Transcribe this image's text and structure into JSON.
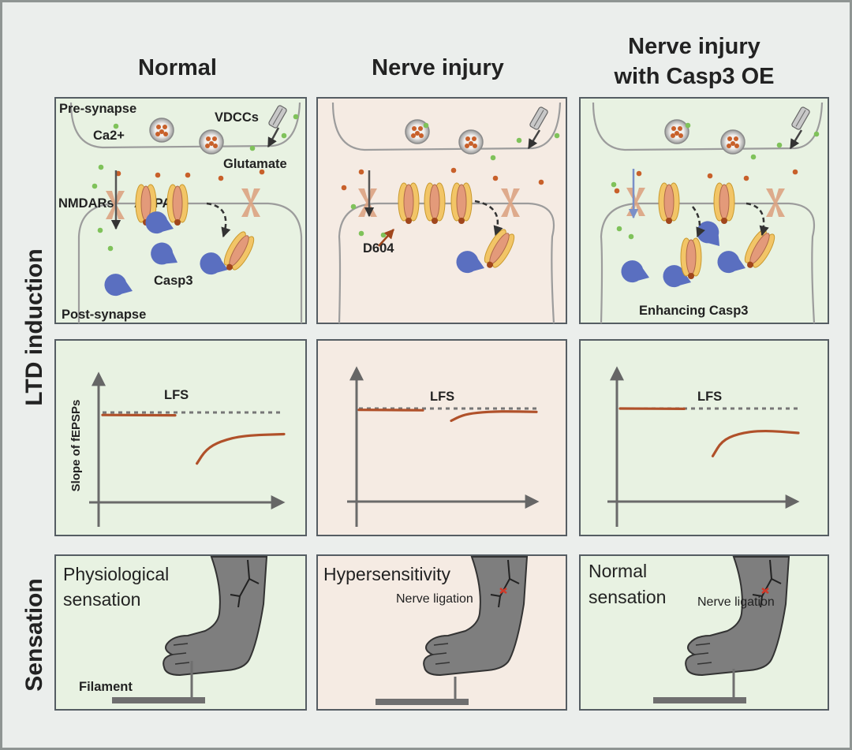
{
  "columns": [
    {
      "title_lines": [
        "Normal"
      ]
    },
    {
      "title_lines": [
        "Nerve injury"
      ]
    },
    {
      "title_lines": [
        "Nerve injury",
        "with Casp3 OE"
      ]
    }
  ],
  "row_labels": {
    "ltd": "LTD induction",
    "sensation": "Sensation"
  },
  "synapse": {
    "pre_synapse": "Pre-synapse",
    "calcium": "Ca2+",
    "vdccs": "VDCCs",
    "glutamate": "Glutamate",
    "nmdars": "NMDARs",
    "ampars": "AMPARs",
    "casp3": "Casp3",
    "post_synapse": "Post-synapse",
    "d604": "D604",
    "enhancing": "Enhancing Casp3"
  },
  "graphs": {
    "ylabel": "Slope of fEPSPs",
    "lfs": "LFS"
  },
  "sensation": {
    "normal_lines": [
      "Physiological",
      "sensation"
    ],
    "injury_lines": [
      "Hypersensitivity"
    ],
    "oe_lines": [
      "Normal",
      "sensation"
    ],
    "nerve_ligation": "Nerve ligation",
    "filament": "Filament"
  },
  "chart_data": [
    {
      "type": "line",
      "panel": "Normal",
      "series": [
        {
          "values": [
            {
              "x": 0.0,
              "y": 0.96
            },
            {
              "x": 0.4,
              "y": 0.955
            }
          ]
        },
        {
          "values": [
            {
              "x": 0.52,
              "y": 0.2
            },
            {
              "x": 0.57,
              "y": 0.42
            },
            {
              "x": 0.65,
              "y": 0.55
            },
            {
              "x": 0.78,
              "y": 0.64
            },
            {
              "x": 1.0,
              "y": 0.66
            }
          ]
        }
      ]
    },
    {
      "type": "line",
      "panel": "Nerve injury",
      "series": [
        {
          "values": [
            {
              "x": 0.0,
              "y": 0.98
            },
            {
              "x": 0.36,
              "y": 0.975
            }
          ]
        },
        {
          "values": [
            {
              "x": 0.52,
              "y": 0.82
            },
            {
              "x": 0.58,
              "y": 0.9
            },
            {
              "x": 0.66,
              "y": 0.94
            },
            {
              "x": 0.8,
              "y": 0.96
            },
            {
              "x": 1.0,
              "y": 0.95
            }
          ]
        }
      ]
    },
    {
      "type": "line",
      "panel": "Nerve injury with Casp3 OE",
      "series": [
        {
          "values": [
            {
              "x": 0.0,
              "y": 1.0
            },
            {
              "x": 0.36,
              "y": 0.995
            }
          ]
        },
        {
          "values": [
            {
              "x": 0.52,
              "y": 0.3
            },
            {
              "x": 0.57,
              "y": 0.52
            },
            {
              "x": 0.66,
              "y": 0.63
            },
            {
              "x": 0.8,
              "y": 0.68
            },
            {
              "x": 1.0,
              "y": 0.64
            }
          ]
        }
      ]
    }
  ]
}
